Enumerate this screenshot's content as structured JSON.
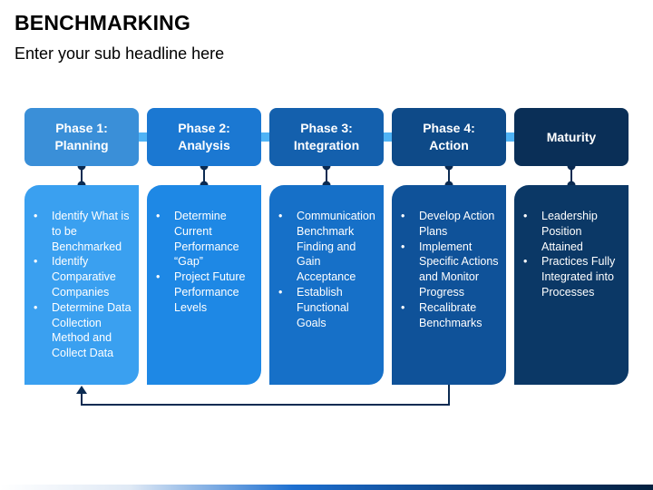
{
  "title": "BENCHMARKING",
  "subtitle": "Enter your sub headline here",
  "phases": [
    {
      "label": "Phase 1:\nPlanning",
      "items": [
        "Identify What is to be Benchmarked",
        "Identify Comparative Companies",
        "Determine Data Collection Method and Collect Data"
      ]
    },
    {
      "label": "Phase 2:\nAnalysis",
      "items": [
        "Determine Current Performance “Gap”",
        "Project Future Performance Levels"
      ]
    },
    {
      "label": "Phase 3:\nIntegration",
      "items": [
        "Communication Benchmark Finding and Gain Acceptance",
        "Establish Functional Goals"
      ]
    },
    {
      "label": "Phase 4:\nAction",
      "items": [
        "Develop Action Plans",
        "Implement Specific Actions and Monitor Progress",
        "Recalibrate Benchmarks"
      ]
    },
    {
      "label": "Maturity",
      "items": [
        "Leadership Position Attained",
        "Practices Fully Integrated into Processes"
      ]
    }
  ],
  "colors": {
    "phase_headers": [
      "#3a8fd8",
      "#1b78d2",
      "#1460ad",
      "#0e4a88",
      "#0a2f57"
    ],
    "cards": [
      "#3aa0f0",
      "#1e88e5",
      "#1670c8",
      "#0f5299",
      "#0b3866"
    ],
    "arrow": "#4fb3f6",
    "connector": "#0b2b52"
  }
}
